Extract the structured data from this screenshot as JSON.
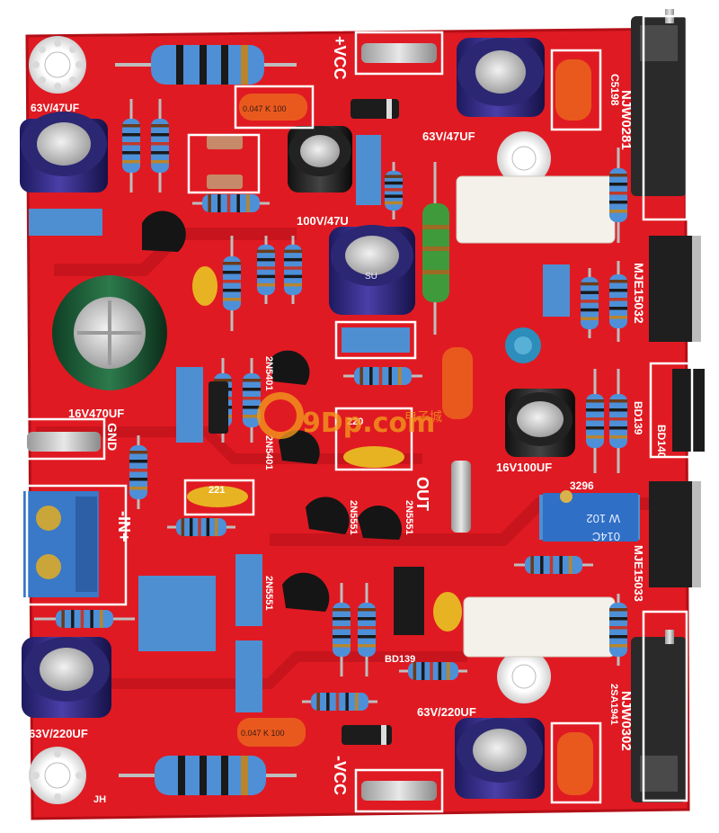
{
  "board": {
    "pcb_color": "#e01a22",
    "silkscreen_color": "#ffffff"
  },
  "silkscreen": {
    "c_top_left": "63V/47UF",
    "c_top_right": "63V/47UF",
    "c_mid": "100V/47U",
    "c_big": "16V470UF",
    "c_small_right": "16V100UF",
    "c_bottom_left": "63V/220UF",
    "c_bottom_right": "63V/220UF",
    "vcc_pos": "+VCC",
    "vcc_neg": "-VCC",
    "gnd": "GND",
    "input": "-IN+",
    "output": "OUT",
    "q_njw0281": "NJW0281",
    "q_mje15032": "MJE15032",
    "q_bd139_right": "BD139",
    "q_bd140": "BD140",
    "q_mje15033": "MJE15033",
    "q_njw0302": "NJW0302",
    "q_2sa1941": "2SA1941",
    "q_2sc5198": "C5198",
    "q_2n5401_a": "2N5401",
    "q_2n5401_b": "2N5401",
    "q_2n5551_a": "2N5551",
    "q_2n5551_b": "2N5551",
    "q_2n5551_c": "2N5551",
    "q_bd139_bottom": "BD139",
    "trimmer_code": "3296",
    "trimmer_value": "W 102",
    "trimmer_marking": "014C",
    "cap_film_label": "0.047 K 100",
    "cap_221": "221",
    "cap_220": "220",
    "cap_tube": "SU",
    "maker_mark": "JH",
    "watermark": "9Dp.com",
    "watermark_cn": "电子城"
  }
}
